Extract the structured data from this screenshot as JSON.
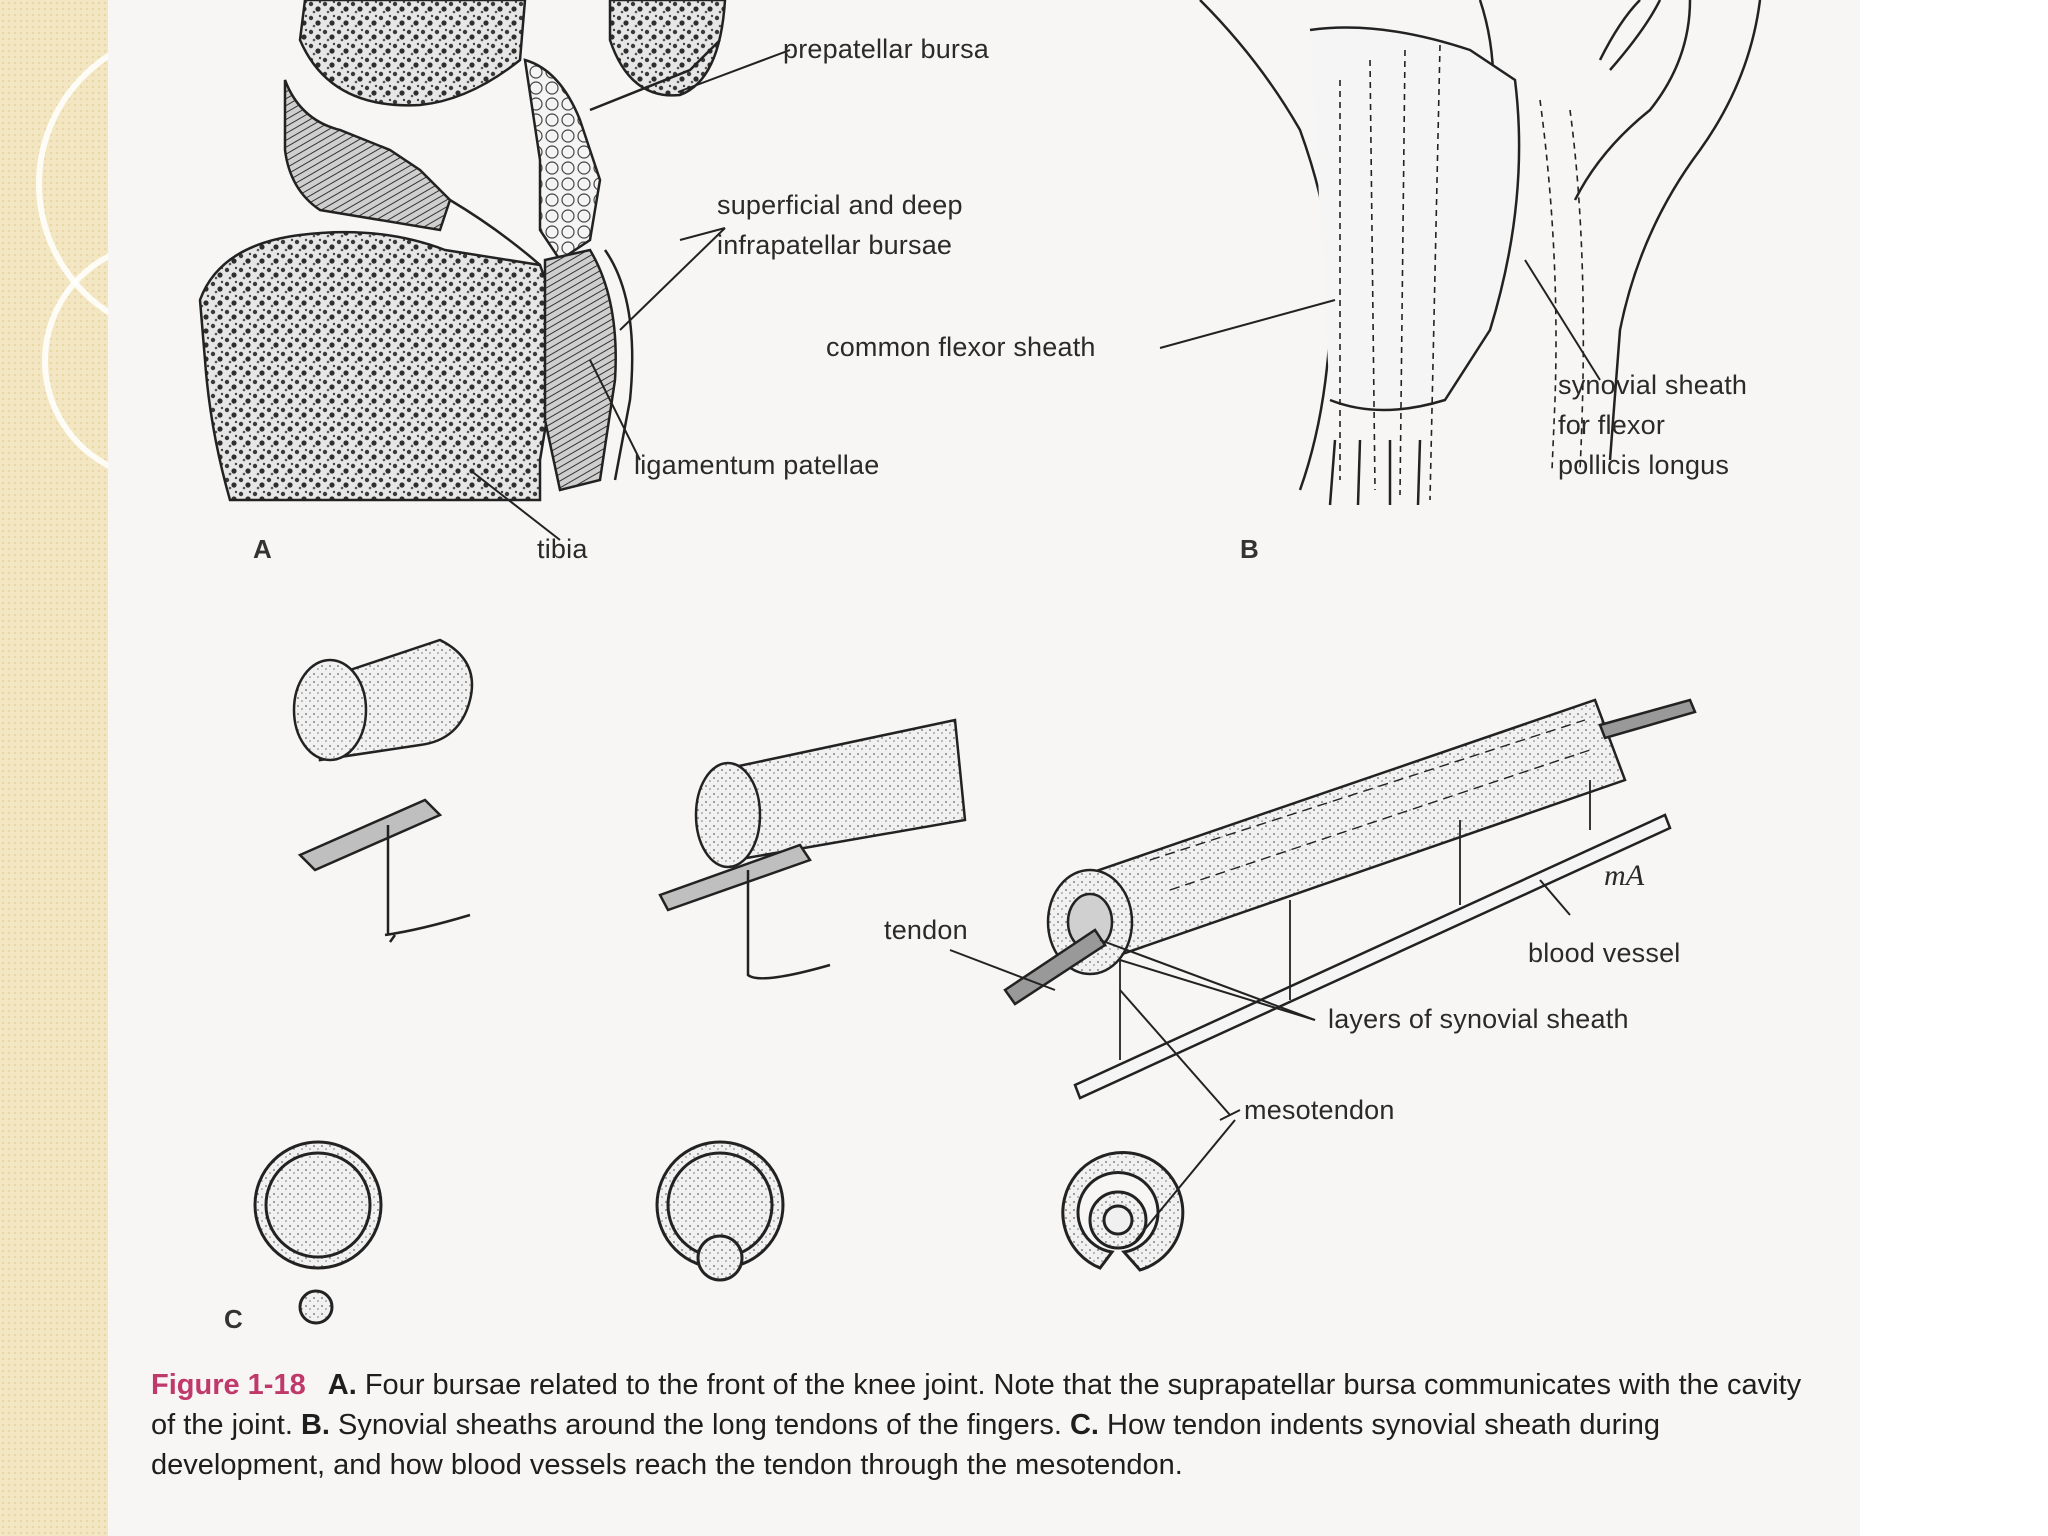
{
  "panels": {
    "a": "A",
    "b": "B",
    "c": "C"
  },
  "labels_a": {
    "prepatellar": "prepatellar bursa",
    "superficial_deep": "superficial and deep",
    "infrapatellar": "infrapatellar bursae",
    "ligamentum": "ligamentum patellae",
    "tibia": "tibia"
  },
  "labels_b": {
    "common_flexor": "common flexor sheath",
    "synovial_l1": "synovial sheath",
    "synovial_l2": "for flexor",
    "synovial_l3": "pollicis longus"
  },
  "labels_c": {
    "tendon": "tendon",
    "blood_vessel": "blood vessel",
    "layers": "layers of synovial sheath",
    "mesotendon": "mesotendon",
    "initials": "mA"
  },
  "caption": {
    "figure": "Figure 1-18",
    "a_key": "A.",
    "a_text": "Four bursae related to the front of the knee joint. Note that the suprapatellar bursa communicates with the cavity of the joint.",
    "b_key": "B.",
    "b_text": "Synovial sheaths around the long tendons of the fingers.",
    "c_key": "C.",
    "c_text": "How tendon indents synovial sheath during development, and how blood vessels reach the tendon through the mesotendon."
  }
}
